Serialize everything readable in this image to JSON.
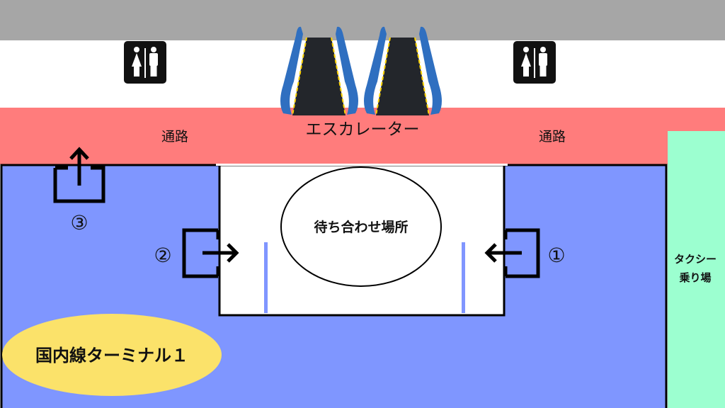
{
  "labels": {
    "corridor_left": "通路",
    "corridor_right": "通路",
    "escalator": "エスカレーター",
    "meeting_place": "待ち合わせ場所",
    "taxi_line1": "タクシー",
    "taxi_line2": "乗り場",
    "terminal": "国内線ターミナル１",
    "entrance_1": "①",
    "entrance_2": "②",
    "entrance_3": "③"
  },
  "icons": [
    "restroom-icon",
    "escalator-icon",
    "arrow-up-icon",
    "arrow-right-icon",
    "arrow-left-icon"
  ],
  "colors": {
    "top_wall": "#a6a6a6",
    "corridor": "#ff7c7c",
    "terminal_floor": "#7f96ff",
    "taxi_area": "#9cffd0",
    "terminal_label_bg": "#fbe26a",
    "gate_line": "#8096ff"
  }
}
